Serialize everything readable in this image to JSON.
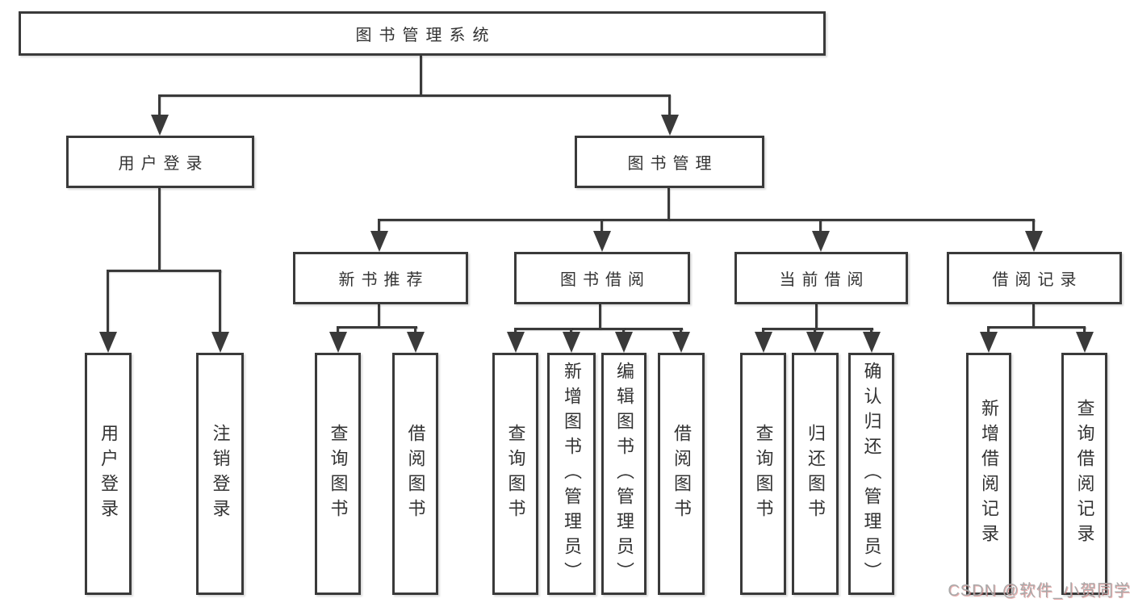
{
  "colors": {
    "line": "#3a3a3a",
    "text": "#333333",
    "watermark": "#a9a9a9",
    "background": "#ffffff"
  },
  "nodes": {
    "root": {
      "label": "图书管理系统"
    },
    "user_login": {
      "label": "用户登录"
    },
    "book_mgmt": {
      "label": "图书管理"
    },
    "new_book_rec": {
      "label": "新书推荐"
    },
    "book_borrow": {
      "label": "图书借阅"
    },
    "current_borrow": {
      "label": "当前借阅"
    },
    "borrow_record": {
      "label": "借阅记录"
    },
    "leaves": {
      "user_login": {
        "label": "用户登录"
      },
      "logout": {
        "label": "注销登录"
      },
      "rec_query_book": {
        "label": "查询图书"
      },
      "rec_borrow_book": {
        "label": "借阅图书"
      },
      "bor_query_book": {
        "label": "查询图书"
      },
      "bor_add_book": {
        "label": "新增图书（管理员）"
      },
      "bor_edit_book": {
        "label": "编辑图书（管理员）"
      },
      "bor_borrow_book": {
        "label": "借阅图书"
      },
      "cur_query_book": {
        "label": "查询图书"
      },
      "cur_return_book": {
        "label": "归还图书"
      },
      "cur_confirm_return": {
        "label": "确认归还（管理员）"
      },
      "rcd_add_record": {
        "label": "新增借阅记录"
      },
      "rcd_query_record": {
        "label": "查询借阅记录"
      }
    }
  },
  "watermark": {
    "text": "CSDN @软件_小贺同学"
  }
}
